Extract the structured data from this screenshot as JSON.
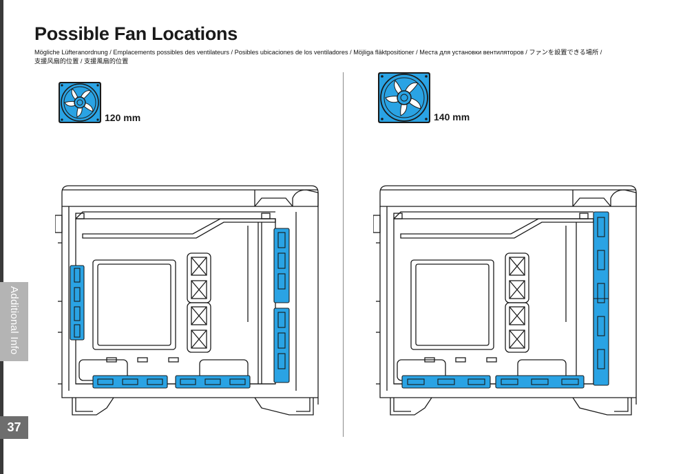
{
  "page": {
    "title": "Possible Fan Locations",
    "subtitle_line1": "Mögliche Lüfteranordnung / Emplacements possibles des ventilateurs / Posibles ubicaciones de los ventiladores / Möjliga fläktpositioner / Места для установки вентиляторов / ファンを設置できる場所 /",
    "subtitle_line2": "支援风扇的位置 / 支援風扇的位置",
    "side_tab": "Additional Info",
    "page_number": "37"
  },
  "fans": {
    "small_label": "120 mm",
    "large_label": "140 mm"
  },
  "colors": {
    "fan_blue": "#2aa3e4",
    "line": "#1a1a1a",
    "side_tab_bg": "#b4b4b4",
    "page_number_bg": "#6e6e6e"
  },
  "icons": [
    "fan-120mm-icon",
    "fan-140mm-icon",
    "case-diagram-120mm",
    "case-diagram-140mm"
  ]
}
